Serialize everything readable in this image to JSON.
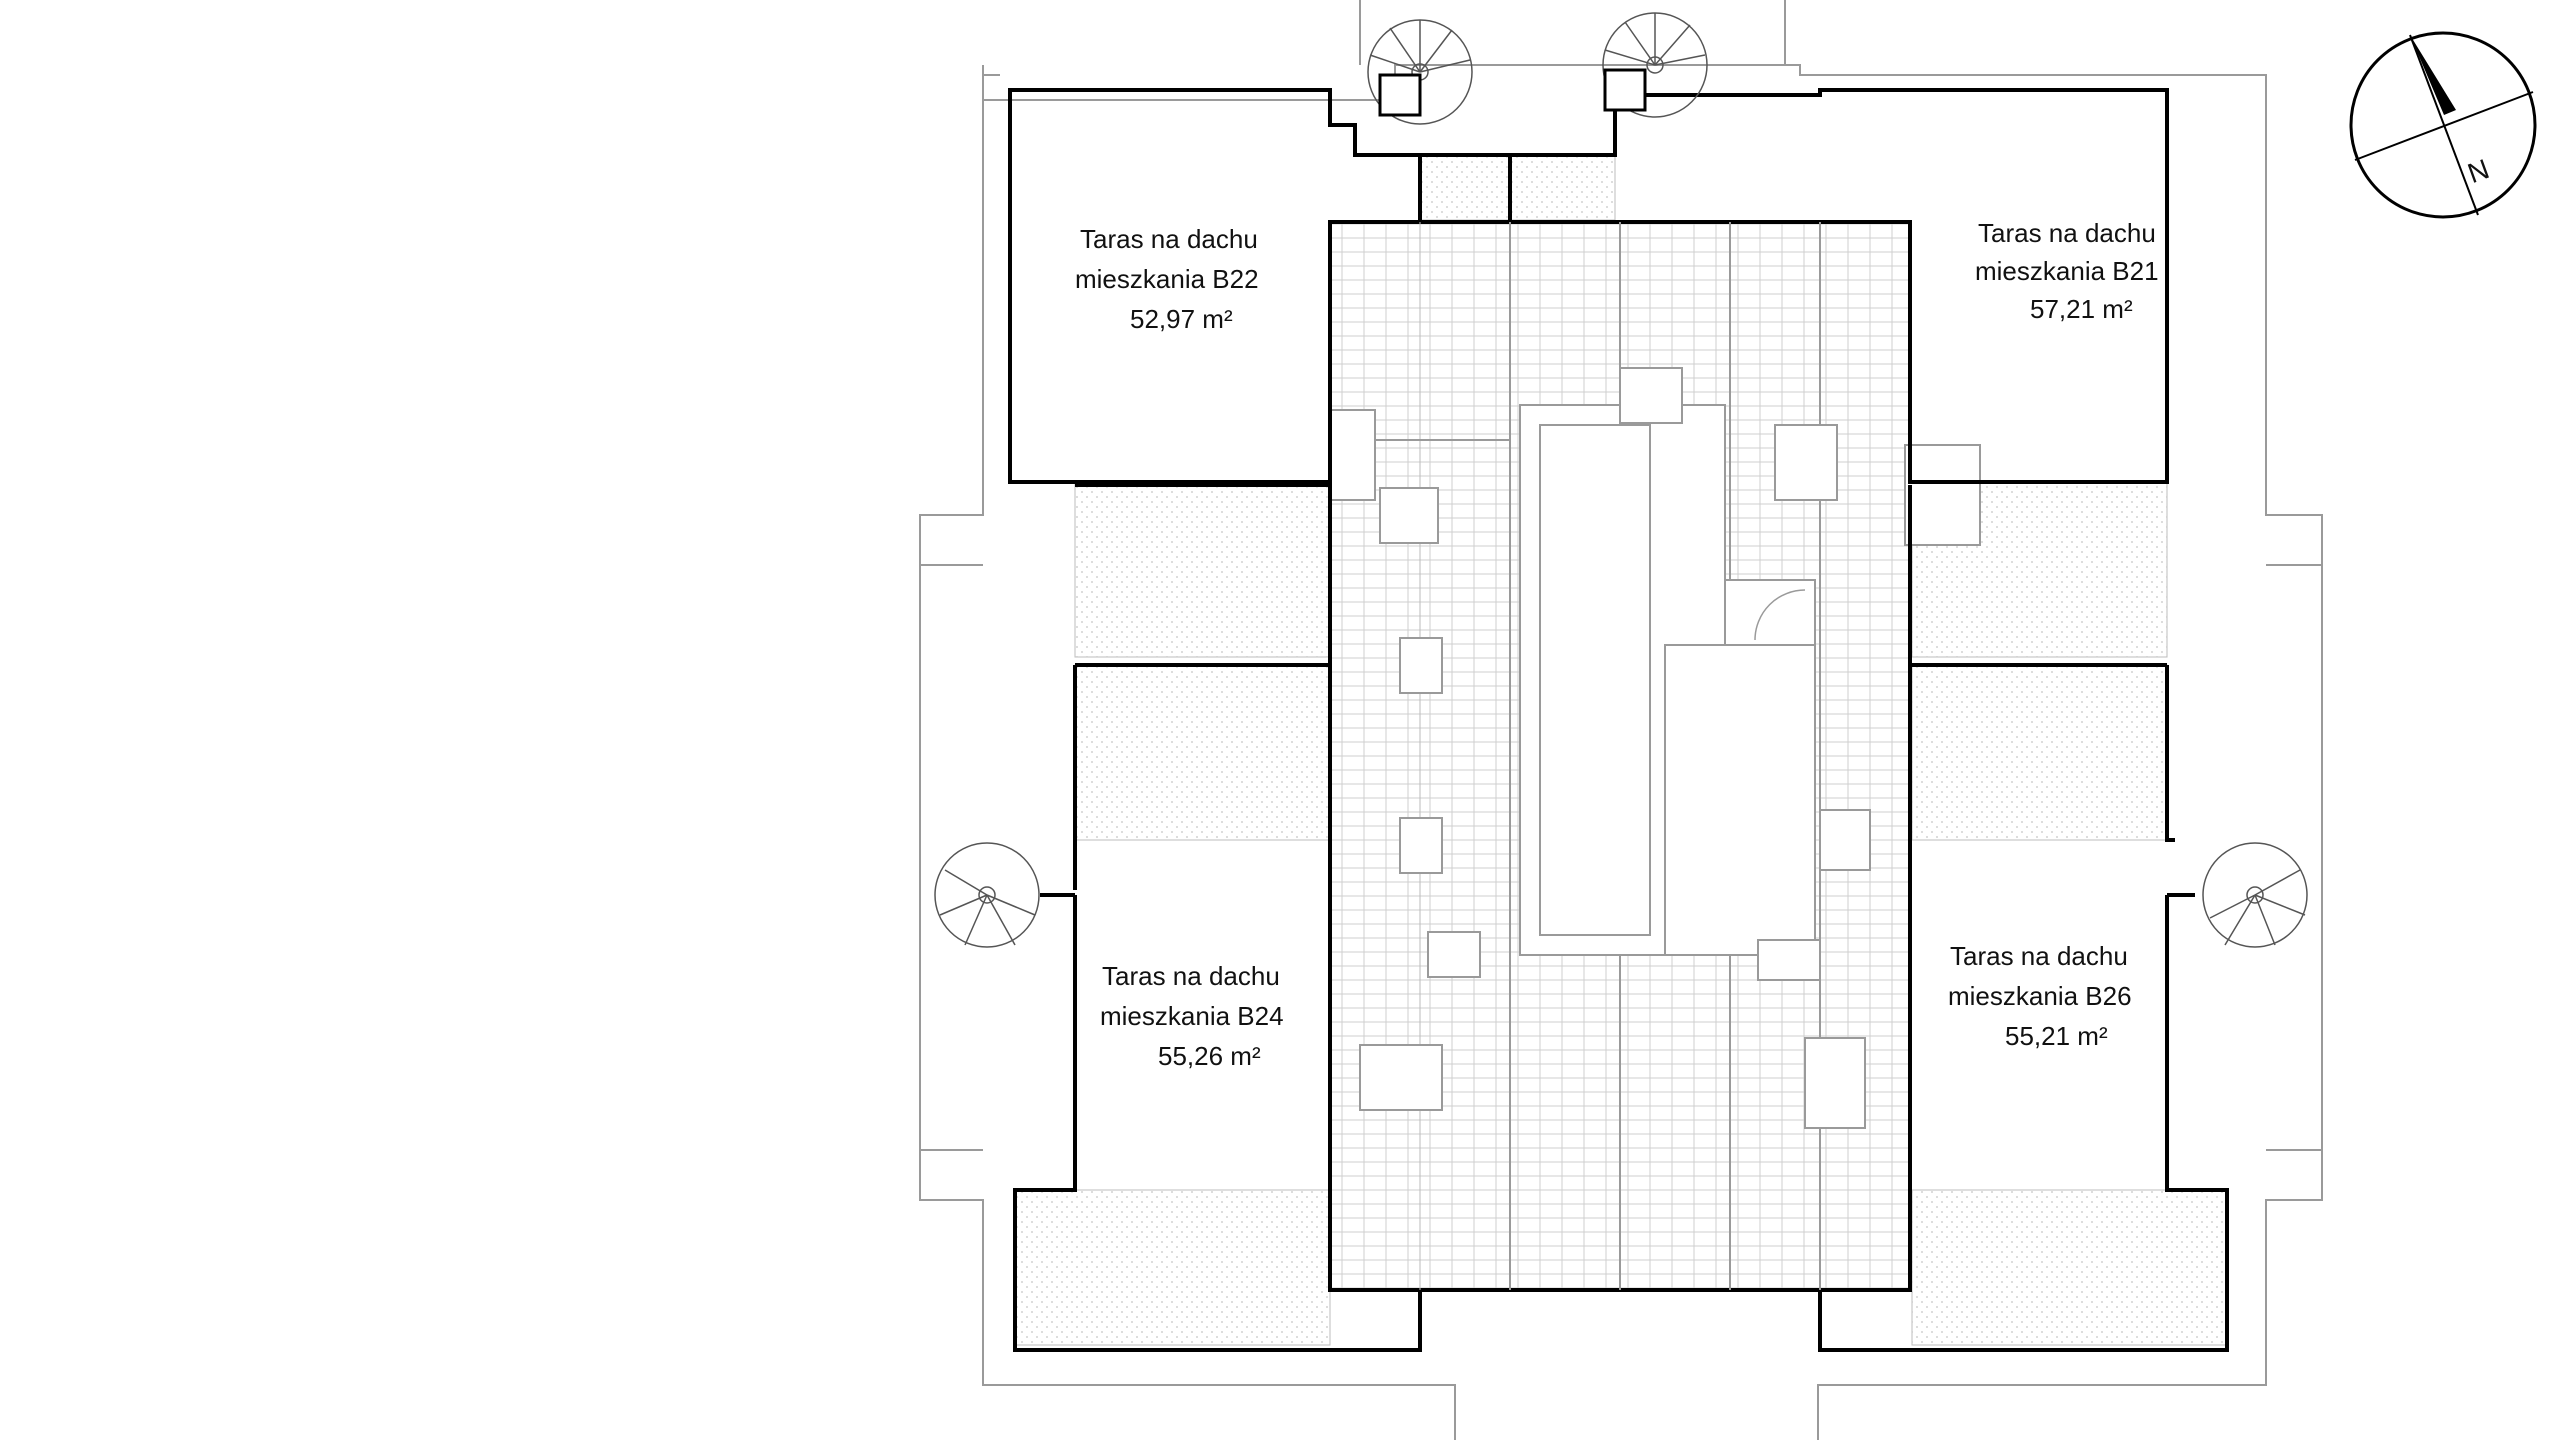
{
  "plan": {
    "terraces": [
      {
        "id": "B22",
        "label_line1": "Taras na dachu",
        "label_line2": "mieszkania B22",
        "area": "52,97 m²"
      },
      {
        "id": "B21",
        "label_line1": "Taras na dachu",
        "label_line2": "mieszkania B21",
        "area": "57,21 m²"
      },
      {
        "id": "B24",
        "label_line1": "Taras na dachu",
        "label_line2": "mieszkania B24",
        "area": "55,26 m²"
      },
      {
        "id": "B26",
        "label_line1": "Taras na dachu",
        "label_line2": "mieszkania B26",
        "area": "55,21 m²"
      }
    ],
    "compass": {
      "north_label": "N"
    },
    "colors": {
      "wall": "#000000",
      "outline": "#9a9a9a",
      "hatch": "#c8c8c8",
      "pv_panel": "#d9d9d9"
    }
  }
}
